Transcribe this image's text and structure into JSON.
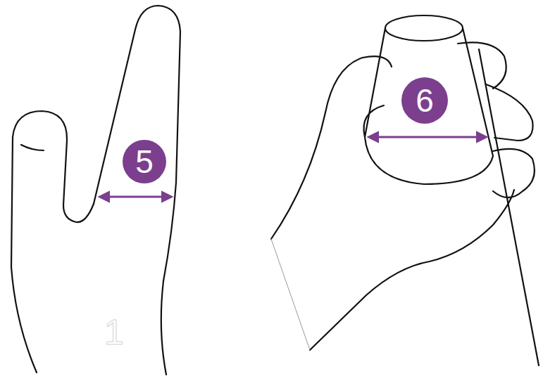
{
  "diagram": {
    "nodes": [
      {
        "text": [
          "5"
        ]
      },
      {
        "text": [
          "6"
        ]
      }
    ],
    "labels": [
      "1"
    ]
  }
}
